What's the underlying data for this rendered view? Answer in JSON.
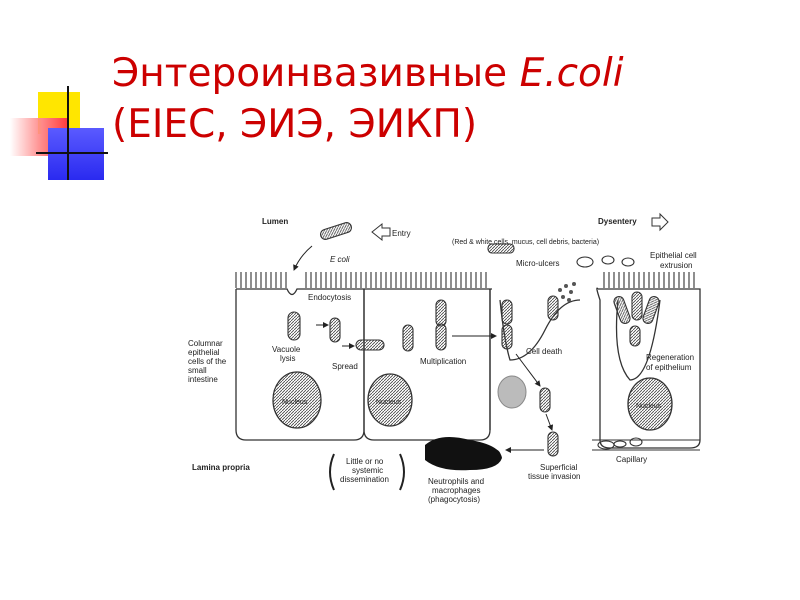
{
  "slide": {
    "title_prefix": "Энтероинвазивные",
    "title_italic": "E.coli",
    "title_line2": "(EIEC, ЭИЭ, ЭИКП)"
  },
  "diagram": {
    "labels": {
      "lumen": "Lumen",
      "entry": "Entry",
      "ecoli": "E coli",
      "dysentery": "Dysentery",
      "dysentery_note": "(Red & white cells, mucus, cell debris, bacteria)",
      "micro_ulcers": "Micro-ulcers",
      "epithelial_extrusion_1": "Epithelial cell",
      "epithelial_extrusion_2": "extrusion",
      "endocytosis": "Endocytosis",
      "columnar_1": "Columnar",
      "columnar_2": "epithelial",
      "columnar_3": "cells of the",
      "columnar_4": "small",
      "columnar_5": "intestine",
      "vacuole_1": "Vacuole",
      "vacuole_2": "lysis",
      "spread": "Spread",
      "multiplication": "Multiplication",
      "cell_death": "Cell death",
      "regeneration_1": "Regeneration",
      "regeneration_2": "of epithelium",
      "nucleus": "Nucleus",
      "capillary": "Capillary",
      "lamina_propria": "Lamina propria",
      "little_1": "Little or no",
      "little_2": "systemic",
      "little_3": "dissemination",
      "neutrophils_1": "Neutrophils and",
      "neutrophils_2": "macrophages",
      "neutrophils_3": "(phagocytosis)",
      "superficial_1": "Superficial",
      "superficial_2": "tissue invasion"
    }
  }
}
